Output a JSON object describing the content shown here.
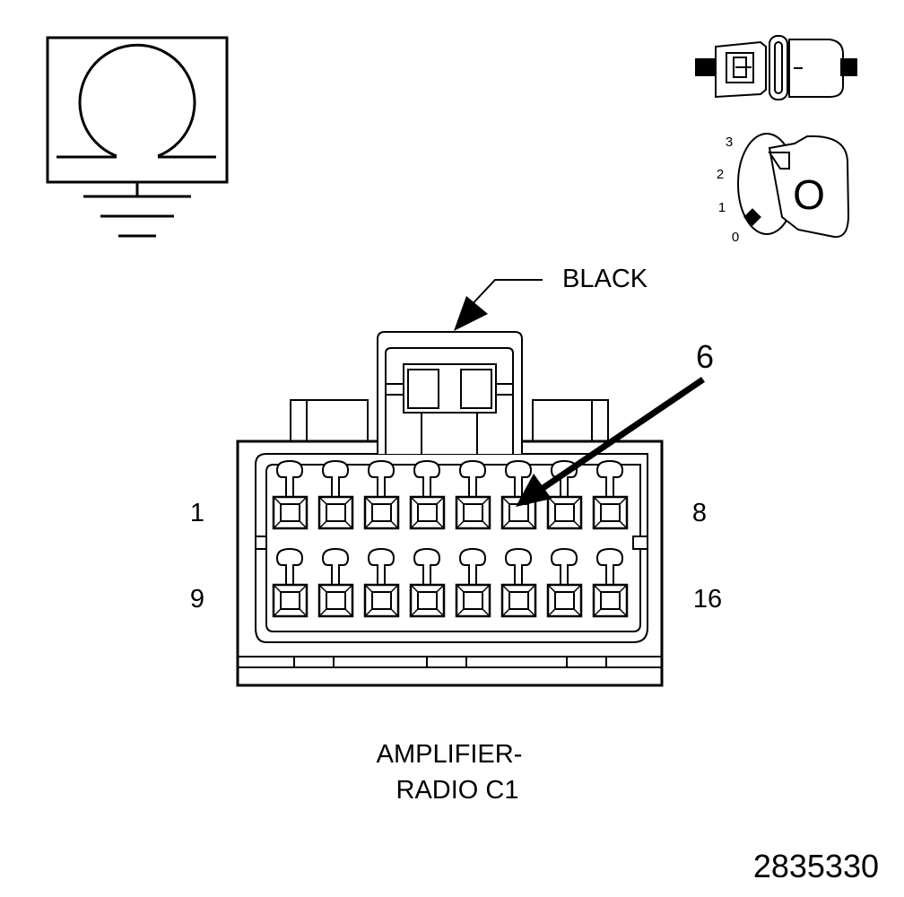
{
  "diagram": {
    "connector_color": "BLACK",
    "callout_pin": "6",
    "pin_labels": {
      "row1_left": "1",
      "row1_right": "8",
      "row2_left": "9",
      "row2_right": "16"
    },
    "title_line1": "AMPLIFIER-",
    "title_line2": "RADIO C1",
    "figure_number": "2835330",
    "pin_rows": [
      {
        "first": 1,
        "last": 8
      },
      {
        "first": 9,
        "last": 16
      }
    ],
    "highlighted_pin": 6
  },
  "ohmmeter_icon": {
    "symbol": "Ω",
    "icon": "ohmmeter-ground-icon"
  },
  "disconnect_icon": {
    "icon": "connector-disconnected-icon",
    "glyph": "−"
  },
  "ignition_icon": {
    "icon": "ignition-key-off-icon",
    "positions": [
      "3",
      "2",
      "1",
      "0"
    ],
    "key_label": "O"
  }
}
